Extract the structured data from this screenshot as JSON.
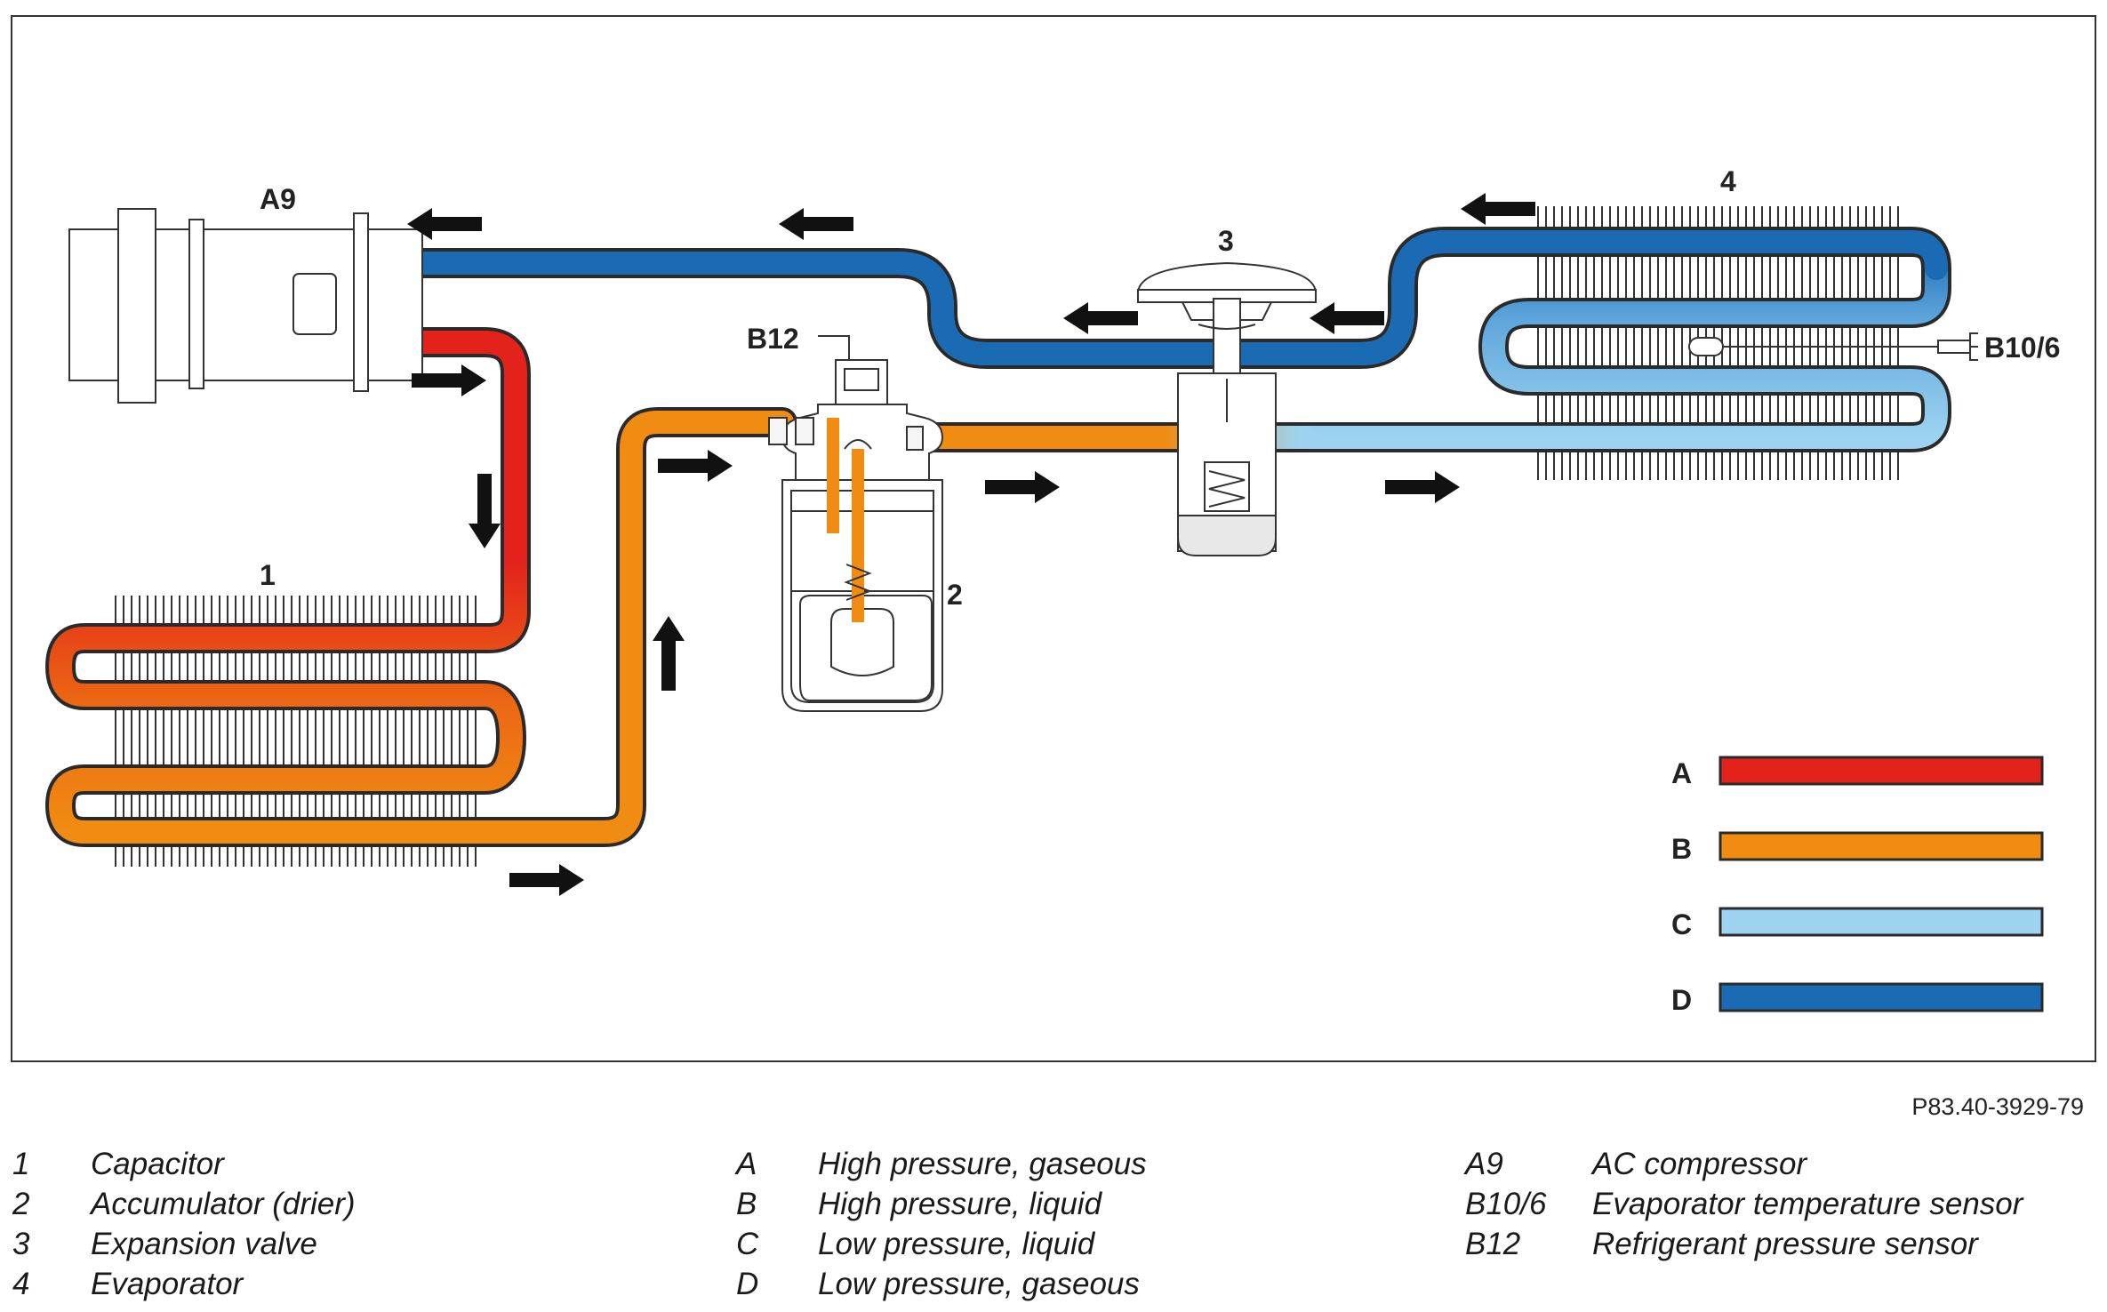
{
  "labels": {
    "compressor": "A9",
    "condenser": "1",
    "accumulator": "2",
    "expansion_valve": "3",
    "evaporator": "4",
    "pressure_sensor": "B12",
    "temp_sensor": "B10/6"
  },
  "legend": [
    {
      "key": "A",
      "color": "#e3231b"
    },
    {
      "key": "B",
      "color": "#f08c12"
    },
    {
      "key": "C",
      "color": "#9dd3f0"
    },
    {
      "key": "D",
      "color": "#1b6bb4"
    }
  ],
  "colors": {
    "high_gas": "#e3231b",
    "high_liquid": "#f08c12",
    "low_liquid": "#9dd3f0",
    "low_gas": "#1b6bb4",
    "pipe_outline": "#2a2a2a",
    "arrow": "#111111"
  },
  "figure_ref": "P83.40-3929-79",
  "key_columns": [
    [
      {
        "k": "1",
        "v": "Capacitor"
      },
      {
        "k": "2",
        "v": "Accumulator (drier)"
      },
      {
        "k": "3",
        "v": "Expansion valve"
      },
      {
        "k": "4",
        "v": "Evaporator"
      }
    ],
    [
      {
        "k": "A",
        "v": "High pressure, gaseous"
      },
      {
        "k": "B",
        "v": "High pressure, liquid"
      },
      {
        "k": "C",
        "v": "Low pressure, liquid"
      },
      {
        "k": "D",
        "v": "Low pressure, gaseous"
      }
    ],
    [
      {
        "k": "A9",
        "v": "AC compressor"
      },
      {
        "k": "B10/6",
        "v": "Evaporator temperature sensor"
      },
      {
        "k": "B12",
        "v": "Refrigerant pressure sensor"
      }
    ]
  ]
}
